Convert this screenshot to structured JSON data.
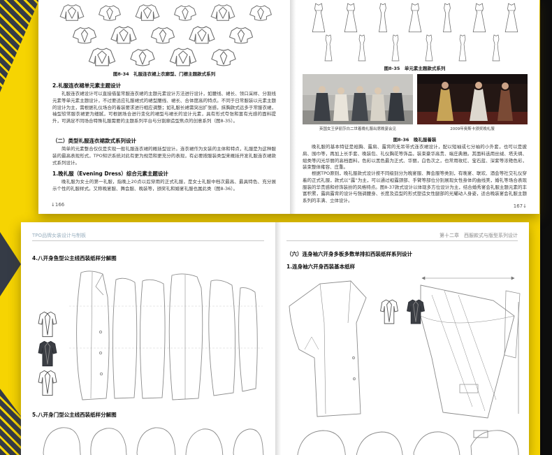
{
  "colors": {
    "background_yellow": "#f6d402",
    "corner_dark": "#353b46",
    "edge_black": "#0d0d0d",
    "page_white": "#ffffff",
    "running_header_blue": "#97aebe",
    "body_text": "#3c3c3c"
  },
  "top_spread": {
    "left_page": {
      "figure_caption": "图8-34　礼服连衣裙上衣廓型、门襟主题款式系列",
      "section2_title": "2.礼服连衣裙单元素主题设计",
      "section2_body": "礼服连衣裙设计可以直接借鉴常服连衣裙的主题元素设计方法进行设计，如腰线、裙长、领口采样、分割线元素等单元素主题设计，不过要适应礼服裙式的裙型腰线、裙长、合体度高的特点。不同于日常服装以元素主题的设计为主，需根据礼仪场合的着装要求进行相应调整；如礼服长裙需突出扩张感，抹胸款式远多于常服衣裙，袖型较常服衣裙更为细腻，可根据场合进行变化的裙型与裙长的设计元素，具有形式夸张和富有光感的面料提升，可满足不同场合特殊礼服需要的主题系列平台与分割廓造型焦点的创意系列（图8-35）。",
      "section2b_title": "（二）类型礼服连衣裙款式系列设计",
      "section2b_body": "简单的元素整合仅仅是实现一般礼服连衣裙的概括型设计。连衣裙作为女装的主体和特点，礼服是为这种服装的最高表现形式，TPO知识系统对此有更为规范和更充分的表现，有必要按服装类型来概括开发礼服连衣裙款式系列设计。",
      "section1_title": "1.晚礼服（Evening Dress）综合元素主题设计",
      "section1_body": "晚礼服为女士的第一礼服，指晚上20点以后穿用的正式礼服，是女士礼服中档次最高、最具特色、充分展示个性的礼服样式。又称晚宴服、舞会服、晚装等，颁奖礼和婚宴礼服也属此类（图8-36）。",
      "page_number": "↓166"
    },
    "right_page": {
      "figure_caption": "图8-35　单元素主题款式系列",
      "photo_left_caption": "英国女王伊丽莎白二世着晚礼服出席晚宴会见",
      "photo_right_caption": "2009年奥斯卡颁奖晚礼服",
      "figure_caption2": "图8-36　晚礼服着装",
      "body1": "晚礼服的基本特征是袒胸、露肩、露背的无吊带式连衣裙设计，配以短袖或七分袖的小外套，也可以是披肩、围巾等，再加上长手套、晚装包、礼仪胸花等饰品，装束豪华高贵、端庄典雅。其面料选用丝绒、塔夫绸、缎类等闪光华丽的高档面料，色彩以黑色最为正式、华丽，白色次之，也常用玫红、宝石蓝、深紫等浓艳色彩，装束整体雍容、庄重。",
      "body2": "根据TPO原则，晚礼服款式设计按不同级别分为晚宴服、舞会服等类别，有晚宴、联欢、酒会等社交礼仪穿着的正式礼服，款式以“露”为主，可以通过袒露颈部、手臂等部位分别展现女性身体的曲线美，婚礼等场合表现服装的华贵感和修饰装扮的风格特点。图8-37款式设计以体现多方位设计为主，结合婚秀宴会礼服主题元素的丰富积累，露肩露背的设计与强调腰身、长度及造型的形式塑造女性腿部的光耀动人身姿，适合晚装宴会礼服主题系列的丰满、立体设计。",
      "page_number": "167↓"
    }
  },
  "bottom_spread": {
    "left_page": {
      "running_header": "TPO品牌女装设计与制板",
      "section4_title": "4.八开身鱼型公主线西装纸样分解图",
      "section5_title": "5.八开身门型公主线西装纸样分解图"
    },
    "right_page": {
      "running_header": "第十二章　西服款式与版型系列设计",
      "section6_title": "（六）连身袖六开身多板多数单排扣西装纸样系列设计",
      "section1_title": "1.连身袖六开身西装基本纸样"
    }
  }
}
